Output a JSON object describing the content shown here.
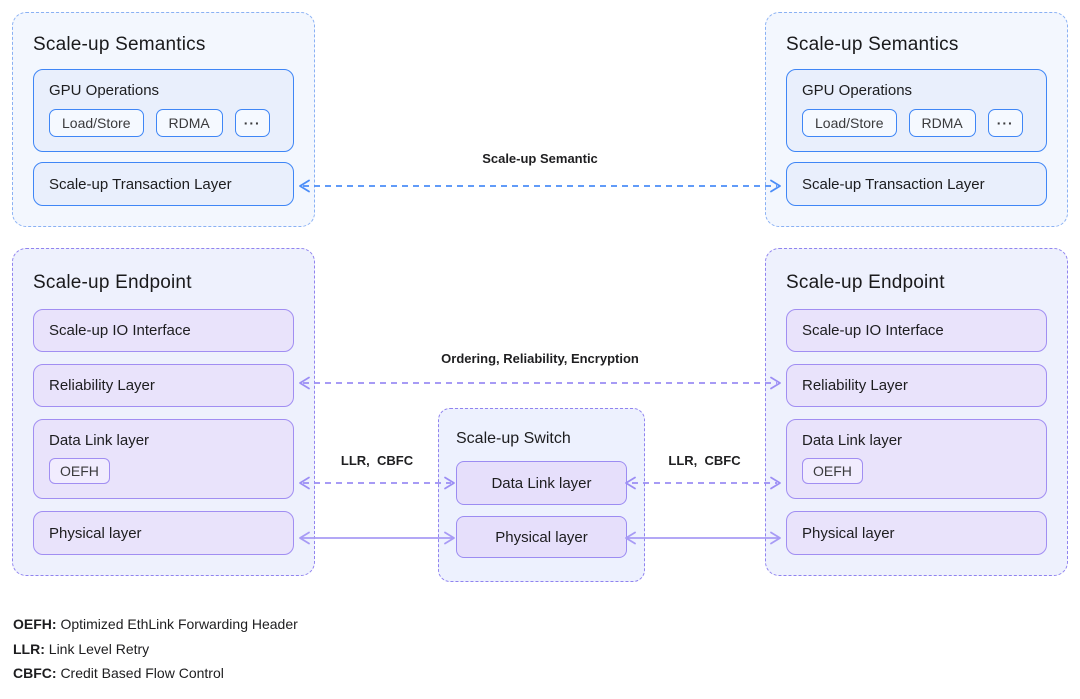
{
  "semantics_box": {
    "title": "Scale-up Semantics",
    "gpu_operations": {
      "label": "GPU Operations",
      "chips": [
        "Load/Store",
        "RDMA",
        "···"
      ]
    },
    "transaction_layer": "Scale-up Transaction Layer"
  },
  "endpoint_box": {
    "title": "Scale-up Endpoint",
    "layers": {
      "io": "Scale-up IO Interface",
      "reliability": "Reliability Layer",
      "datalink": "Data Link layer",
      "oefh_chip": "OEFH",
      "physical": "Physical layer"
    }
  },
  "switch_box": {
    "title": "Scale-up Switch",
    "layers": {
      "datalink": "Data Link layer",
      "physical": "Physical layer"
    }
  },
  "connections": {
    "semantic_label": "Scale-up Semantic",
    "ordering_label": "Ordering, Reliability, Encryption",
    "llr_left_label": "LLR,  CBFC",
    "llr_right_label": "LLR,  CBFC"
  },
  "legend": [
    {
      "term": "OEFH:",
      "def": "Optimized EthLink Forwarding Header"
    },
    {
      "term": "LLR:",
      "def": "Link Level Retry"
    },
    {
      "term": "CBFC:",
      "def": "Credit Based Flow Control"
    }
  ],
  "colors": {
    "blue_border": "#3f86f6",
    "blue_dashed_outline": "#8ab1f4",
    "blue_arrow": "#4b8df8",
    "blue_box_fill": "#e9effc",
    "blue_outer_fill": "#f3f7fe",
    "purple_dashed_outline": "#9083ef",
    "purple_border": "#a18ef2",
    "purple_layer_fill": "#e9e3fb",
    "purple_outer_fill": "#eef1fd",
    "purple_dashed_arrow": "#9b8df4",
    "purple_solid_arrow": "#a89bf5",
    "text": "#1d1d1f"
  }
}
